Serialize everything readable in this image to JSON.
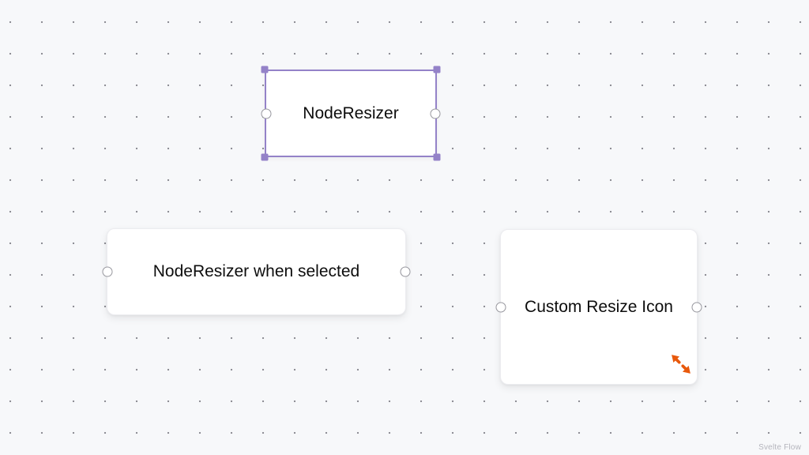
{
  "app": {
    "attribution": "Svelte Flow"
  },
  "colors": {
    "canvas_background": "#f7f8fa",
    "dot_grid": "#8f8f96",
    "node_background": "#ffffff",
    "selection_purple": "#9482c8",
    "handle_border_gray": "#97979e",
    "resize_icon_orange": "#e8590c",
    "label_text": "#0d0d0d",
    "attribution_text": "#b4b4bc"
  },
  "nodes": [
    {
      "id": "node-resizer",
      "label": "NodeResizer",
      "selected": true,
      "resizer": "always-visible"
    },
    {
      "id": "node-resizer-when-selected",
      "label": "NodeResizer when selected",
      "selected": false,
      "resizer": "when-selected"
    },
    {
      "id": "custom-resize-icon",
      "label": "Custom Resize Icon",
      "selected": false,
      "resizer": "custom-icon"
    }
  ]
}
